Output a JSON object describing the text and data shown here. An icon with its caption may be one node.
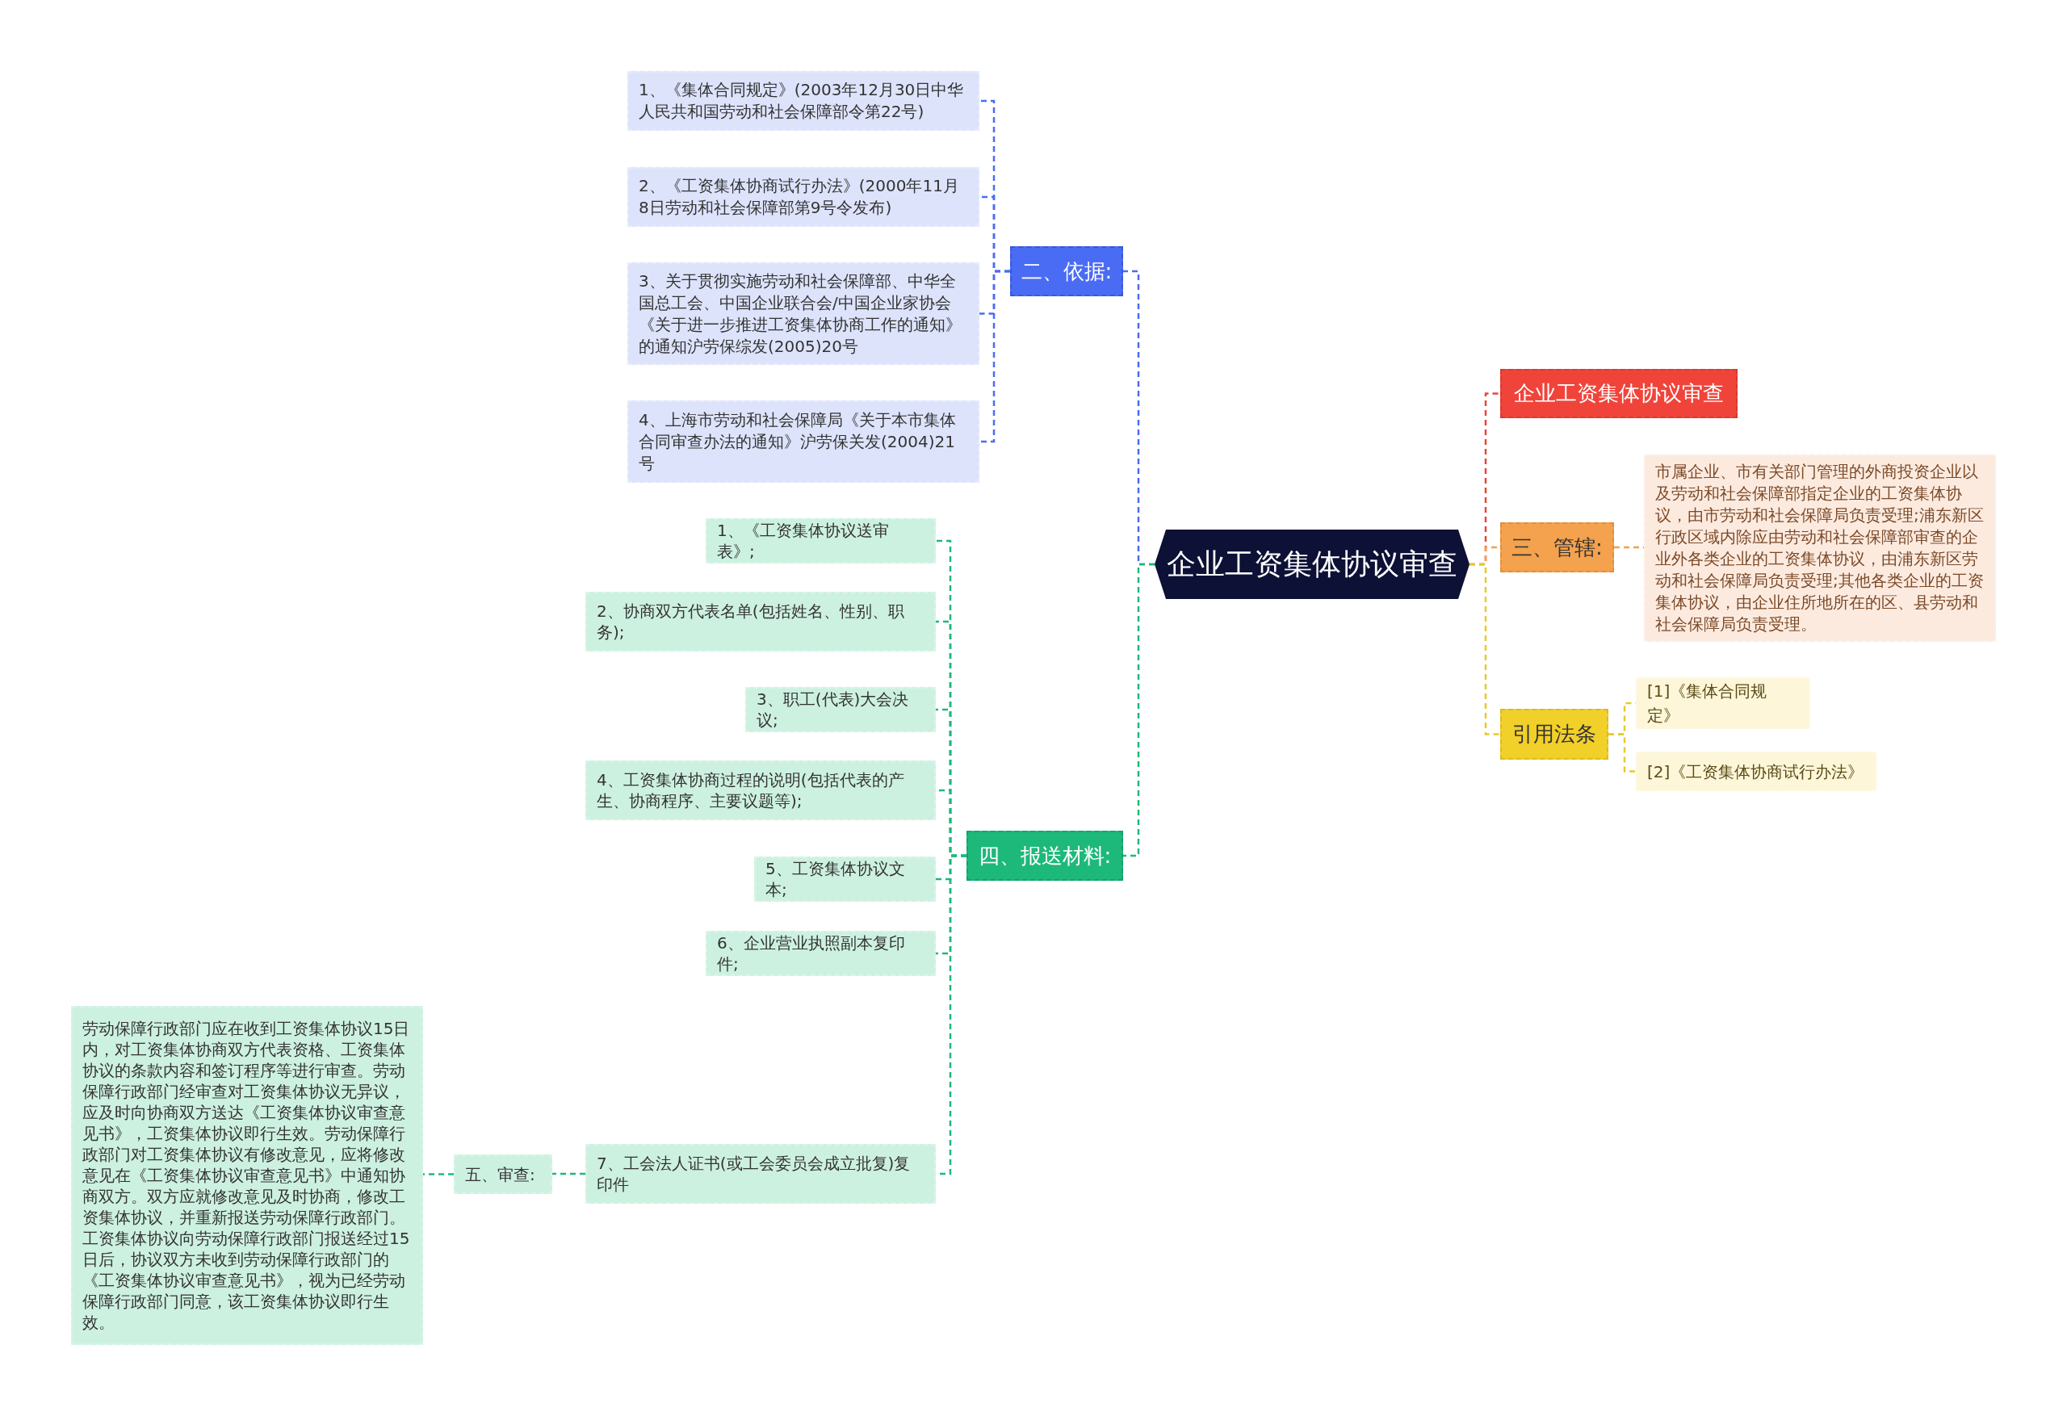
{
  "diagram": {
    "nodes": [
      {
        "text": [
          "企业工资集体协议审查"
        ]
      },
      {
        "text": [
          "二、依据:"
        ]
      },
      {
        "text": [
          "1、《集体合同规定》(2003年12月30日中华人民共和国劳动和社会保障部令第22号)"
        ]
      },
      {
        "text": [
          "2、《工资集体协商试行办法》(2000年11月8日劳动和社会保障部第9号令发布)"
        ]
      },
      {
        "text": [
          "3、关于贯彻实施劳动和社会保障部、中华全国总工会、中国企业联合会/中国企业家协会《关于进一步推进工资集体协商工作的通知》的通知沪劳保综发(2005)20号"
        ]
      },
      {
        "text": [
          "4、上海市劳动和社会保障局《关于本市集体合同审查办法的通知》沪劳保关发(2004)21号"
        ]
      },
      {
        "text": [
          "四、报送材料:"
        ]
      },
      {
        "text": [
          "1、《工资集体协议送审表》;"
        ]
      },
      {
        "text": [
          "2、协商双方代表名单(包括姓名、性别、职务);"
        ]
      },
      {
        "text": [
          "3、职工(代表)大会决议;"
        ]
      },
      {
        "text": [
          "4、工资集体协商过程的说明(包括代表的产生、协商程序、主要议题等);"
        ]
      },
      {
        "text": [
          "5、工资集体协议文本;"
        ]
      },
      {
        "text": [
          "6、企业营业执照副本复印件;"
        ]
      },
      {
        "text": [
          "7、工会法人证书(或工会委员会成立批复)复印件"
        ]
      },
      {
        "text": [
          "五、审查:"
        ]
      },
      {
        "text": [
          "劳动保障行政部门应在收到工资集体协议15日内，对工资集体协商双方代表资格、工资集体协议的条款内容和签订程序等进行审查。劳动保障行政部门经审查对工资集体协议无异议，应及时向协商双方送达《工资集体协议审查意见书》，工资集体协议即行生效。劳动保障行政部门对工资集体协议有修改意见，应将修改意见在《工资集体协议审查意见书》中通知协商双方。双方应就修改意见及时协商，修改工资集体协议，并重新报送劳动保障行政部门。工资集体协议向劳动保障行政部门报送经过15日后，协议双方未收到劳动保障行政部门的《工资集体协议审查意见书》，视为已经劳动保障行政部门同意，该工资集体协议即行生效。"
        ]
      },
      {
        "text": [
          "企业工资集体协议审查"
        ]
      },
      {
        "text": [
          "三、管辖:"
        ]
      },
      {
        "text": [
          "市属企业、市有关部门管理的外商投资企业以及劳动和社会保障部指定企业的工资集体协议，由市劳动和社会保障局负责受理;浦东新区行政区域内除应由劳动和社会保障部审查的企业外各类企业的工资集体协议，由浦东新区劳动和社会保障局负责受理;其他各类企业的工资集体协议，由企业住所地所在的区、县劳动和社会保障局负责受理。"
        ]
      },
      {
        "text": [
          "引用法条"
        ]
      },
      {
        "text": [
          "[1]《集体合同规定》"
        ]
      },
      {
        "text": [
          "[2]《工资集体协商试行办法》"
        ]
      }
    ],
    "edges": [
      {
        "from": 0,
        "to": 1,
        "arrow": "none",
        "style": "dashed",
        "color": "#4a6cf4"
      },
      {
        "from": 1,
        "to": 2,
        "arrow": "none",
        "style": "dashed",
        "color": "#4a6cf4"
      },
      {
        "from": 1,
        "to": 3,
        "arrow": "none",
        "style": "dashed",
        "color": "#4a6cf4"
      },
      {
        "from": 1,
        "to": 4,
        "arrow": "none",
        "style": "dashed",
        "color": "#4a6cf4"
      },
      {
        "from": 1,
        "to": 5,
        "arrow": "none",
        "style": "dashed",
        "color": "#4a6cf4"
      },
      {
        "from": 0,
        "to": 6,
        "arrow": "none",
        "style": "dashed"
      },
      {
        "from": 6,
        "to": 7,
        "arrow": "none",
        "style": "dashed"
      },
      {
        "from": 6,
        "to": 8,
        "arrow": "none",
        "style": "dashed"
      },
      {
        "from": 6,
        "to": 9,
        "arrow": "none",
        "style": "dashed"
      },
      {
        "from": 6,
        "to": 10,
        "arrow": "none",
        "style": "dashed"
      },
      {
        "from": 6,
        "to": 11,
        "arrow": "none",
        "style": "dashed"
      },
      {
        "from": 6,
        "to": 12,
        "arrow": "none",
        "style": "dashed"
      },
      {
        "from": 6,
        "to": 13,
        "arrow": "none",
        "style": "dashed"
      },
      {
        "from": 13,
        "to": 14,
        "arrow": "none",
        "style": "dashed"
      },
      {
        "from": 14,
        "to": 15,
        "arrow": "none",
        "style": "dashed"
      },
      {
        "from": 0,
        "to": 16,
        "arrow": "none",
        "style": "dashed",
        "color": "#e8443b"
      },
      {
        "from": 0,
        "to": 17,
        "arrow": "none",
        "style": "dashed",
        "color": "#f3a04c"
      },
      {
        "from": 17,
        "to": 18,
        "arrow": "none",
        "style": "dashed",
        "color": "#f3a04c"
      },
      {
        "from": 0,
        "to": 19,
        "arrow": "none",
        "style": "dashed",
        "color": "#e9c92a"
      },
      {
        "from": 19,
        "to": 20,
        "arrow": "none",
        "style": "dashed",
        "color": "#e9c92a"
      },
      {
        "from": 19,
        "to": 21,
        "arrow": "none",
        "style": "dashed",
        "color": "#e9c92a"
      }
    ]
  }
}
